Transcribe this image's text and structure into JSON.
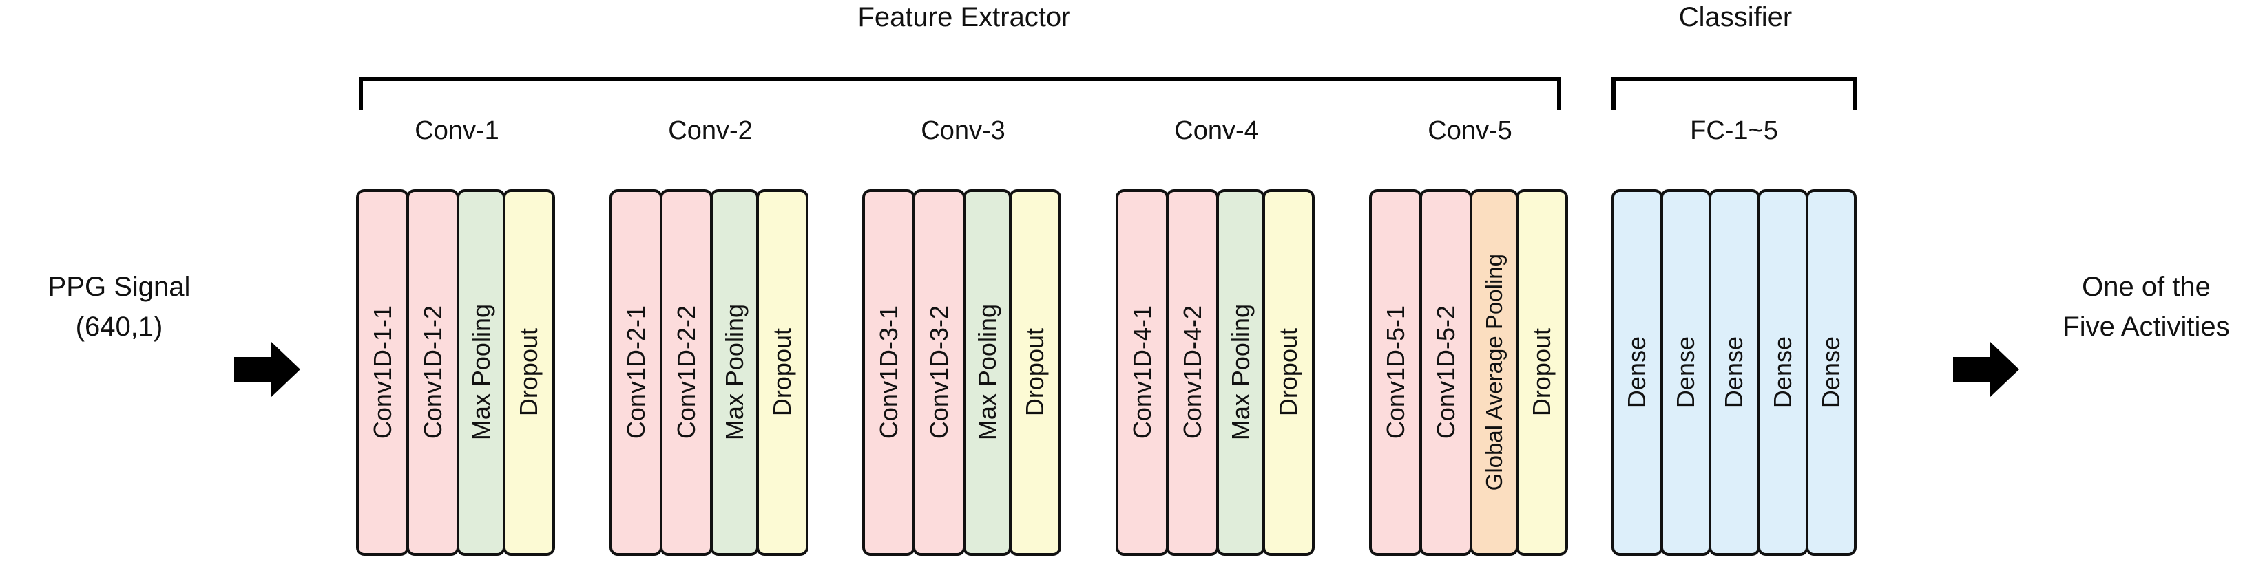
{
  "diagram": {
    "title_feature_extractor": "Feature Extractor",
    "title_classifier": "Classifier",
    "input": {
      "line1": "PPG Signal",
      "line2": "(640,1)",
      "arrow": "right-arrow-icon"
    },
    "output": {
      "line1": "One of the",
      "line2": "Five Activities",
      "arrow": "right-arrow-icon"
    },
    "colors": {
      "conv": "#FCDCDC",
      "max_pooling": "#E0EDDA",
      "dropout": "#FCFAD4",
      "global_average_pooling": "#FBDEC0",
      "dense": "#DDEFFA",
      "stroke": "#111111",
      "background": "#FFFFFF"
    },
    "feature_extractor_groups": [
      {
        "label": "Conv-1",
        "blocks": [
          {
            "label": "Conv1D-1-1",
            "kind": "conv"
          },
          {
            "label": "Conv1D-1-2",
            "kind": "conv"
          },
          {
            "label": "Max Pooling",
            "kind": "max_pooling"
          },
          {
            "label": "Dropout",
            "kind": "dropout"
          }
        ]
      },
      {
        "label": "Conv-2",
        "blocks": [
          {
            "label": "Conv1D-2-1",
            "kind": "conv"
          },
          {
            "label": "Conv1D-2-2",
            "kind": "conv"
          },
          {
            "label": "Max Pooling",
            "kind": "max_pooling"
          },
          {
            "label": "Dropout",
            "kind": "dropout"
          }
        ]
      },
      {
        "label": "Conv-3",
        "blocks": [
          {
            "label": "Conv1D-3-1",
            "kind": "conv"
          },
          {
            "label": "Conv1D-3-2",
            "kind": "conv"
          },
          {
            "label": "Max Pooling",
            "kind": "max_pooling"
          },
          {
            "label": "Dropout",
            "kind": "dropout"
          }
        ]
      },
      {
        "label": "Conv-4",
        "blocks": [
          {
            "label": "Conv1D-4-1",
            "kind": "conv"
          },
          {
            "label": "Conv1D-4-2",
            "kind": "conv"
          },
          {
            "label": "Max Pooling",
            "kind": "max_pooling"
          },
          {
            "label": "Dropout",
            "kind": "dropout"
          }
        ]
      },
      {
        "label": "Conv-5",
        "blocks": [
          {
            "label": "Conv1D-5-1",
            "kind": "conv"
          },
          {
            "label": "Conv1D-5-2",
            "kind": "conv"
          },
          {
            "label": "Global Average Pooling",
            "kind": "global_average_pooling"
          },
          {
            "label": "Dropout",
            "kind": "dropout"
          }
        ]
      }
    ],
    "classifier_groups": [
      {
        "label": "FC-1~5",
        "blocks": [
          {
            "label": "Dense",
            "kind": "dense"
          },
          {
            "label": "Dense",
            "kind": "dense"
          },
          {
            "label": "Dense",
            "kind": "dense"
          },
          {
            "label": "Dense",
            "kind": "dense"
          },
          {
            "label": "Dense",
            "kind": "dense"
          }
        ]
      }
    ]
  }
}
